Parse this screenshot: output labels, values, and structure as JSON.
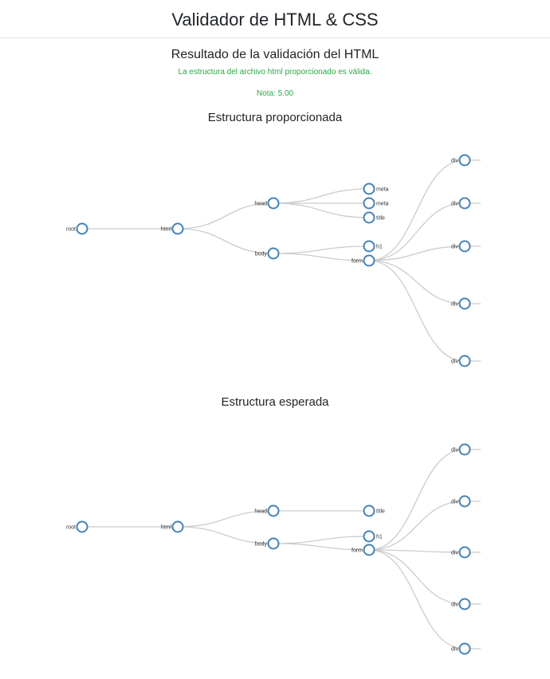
{
  "header": {
    "title": "Validador de HTML & CSS"
  },
  "result": {
    "title": "Resultado de la validación del HTML",
    "status": "La estructura del archivo html proporcionado es válida.",
    "grade": "Nota: 5.00"
  },
  "provided": {
    "title": "Estructura proporcionada",
    "tree": {
      "name": "root",
      "children": [
        {
          "name": "html",
          "children": [
            {
              "name": "head",
              "children": [
                {
                  "name": "meta"
                },
                {
                  "name": "meta"
                },
                {
                  "name": "title"
                }
              ]
            },
            {
              "name": "body",
              "children": [
                {
                  "name": "h1"
                },
                {
                  "name": "form",
                  "children": [
                    {
                      "name": "div"
                    },
                    {
                      "name": "div"
                    },
                    {
                      "name": "div"
                    },
                    {
                      "name": "div"
                    },
                    {
                      "name": "div"
                    }
                  ]
                }
              ]
            }
          ]
        }
      ]
    }
  },
  "expected": {
    "title": "Estructura esperada",
    "tree": {
      "name": "root",
      "children": [
        {
          "name": "html",
          "children": [
            {
              "name": "head",
              "children": [
                {
                  "name": "title"
                }
              ]
            },
            {
              "name": "body",
              "children": [
                {
                  "name": "h1"
                },
                {
                  "name": "form",
                  "children": [
                    {
                      "name": "div"
                    },
                    {
                      "name": "div"
                    },
                    {
                      "name": "div"
                    },
                    {
                      "name": "div"
                    },
                    {
                      "name": "div"
                    }
                  ]
                }
              ]
            }
          ]
        }
      ]
    }
  },
  "colors": {
    "node_stroke": "#4682b4",
    "link": "#cccccc",
    "success": "#28a745"
  }
}
